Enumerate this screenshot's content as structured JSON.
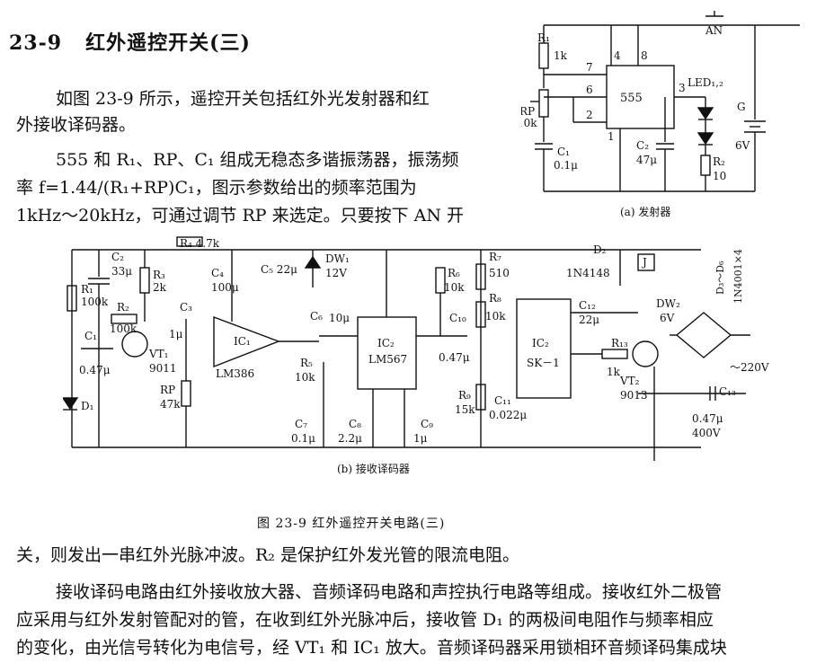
{
  "section": {
    "number": "23-9",
    "title": "红外遥控开关(三)"
  },
  "intro_paragraphs": [
    "如图 23-9 所示，遥控开关包括红外光发射器和红",
    "外接收译码器。",
    "555 和 R₁、RP、C₁ 组成无稳态多谐振荡器，振荡频",
    "率 f=1.44/(R₁+RP)C₁，图示参数给出的频率范围为",
    "1kHz～20kHz，可通过调节 RP 来选定。只要按下 AN 开"
  ],
  "figure": {
    "caption": "图 23-9    红外遥控开关电路(三)",
    "transmitter": {
      "caption": "(a)  发射器",
      "labels": {
        "r1": "R₁",
        "r1v": "1k",
        "rp": "RP",
        "rpv": "10k",
        "c1": "C₁",
        "c1v": "0.1μ",
        "ic": "555",
        "pin7": "7",
        "pin6": "6",
        "pin2": "2",
        "pin4": "4",
        "pin8": "8",
        "pin3": "3",
        "pin1": "1",
        "c2": "C₂",
        "c2v": "47μ",
        "led": "LED₁,₂",
        "r2": "R₂",
        "r2v": "10",
        "an": "AN",
        "g": "G",
        "gv": "6V"
      }
    },
    "receiver": {
      "caption": "(b)  接收译码器",
      "labels": {
        "r4": "R₄  4.7k",
        "c2": "C₂",
        "c2v": "33μ",
        "r3": "R₃",
        "r3v": "2k",
        "c4": "C₄",
        "c4v": "100μ",
        "c5": "C₅ 22μ",
        "dw1": "DW₁",
        "dw1v": "12V",
        "r1": "R₁",
        "r1v": "100k",
        "r2": "R₂",
        "r2v": "100k",
        "c3": "C₃",
        "c3v": "1μ",
        "c1": "C₁",
        "c1v": "0.47μ",
        "vt1": "VT₁",
        "vt1v": "9011",
        "d1": "D₁",
        "rp": "RP",
        "rpv": "47k",
        "ic1": "IC₁",
        "ic1v": "LM386",
        "c6": "C₆",
        "c6v": "10μ",
        "ic2": "IC₂",
        "ic2v": "LM567",
        "r5": "R₅",
        "r5v": "10k",
        "c7": "C₇",
        "c7v": "0.1μ",
        "c8": "C₈",
        "c8v": "2.2μ",
        "c9": "C₉",
        "c9v": "1μ",
        "r6": "R₆",
        "r6v": "10k",
        "r7": "R₇",
        "r7v": "510",
        "r8": "R₈",
        "r8v": "10k",
        "c10": "C₁₀",
        "c10v": "0.47μ",
        "r9": "R₉",
        "r9v": "15k",
        "c11": "C₁₁",
        "c11v": "0.022μ",
        "ic3": "IC₂",
        "ic3v": "SK－1",
        "d2": "D₂",
        "d2v": "1N4148",
        "c12": "C₁₂",
        "c12v": "22μ",
        "j": "J",
        "dw2": "DW₂",
        "dw2v": "6V",
        "d36": "D₃～D₆",
        "d36v": "1N4001×4",
        "r13": "R₁₃",
        "r13v": "1k",
        "vt2": "VT₂",
        "vt2v": "9013",
        "ac": "～220V",
        "c13": "C₁₃",
        "c13v": "0.47μ",
        "c13v2": "400V"
      }
    }
  },
  "body_paragraphs": [
    "关，则发出一串红外光脉冲波。R₂ 是保护红外发光管的限流电阻。",
    "接收译码电路由红外接收放大器、音频译码电路和声控执行电路等组成。接收红外二极管",
    "应采用与红外发射管配对的管，在收到红外光脉冲后，接收管 D₁ 的两极间电阻作与频率相应",
    "的变化，由光信号转化为电信号，经 VT₁ 和 IC₁ 放大。音频译码器采用锁相环音频译码集成块"
  ]
}
